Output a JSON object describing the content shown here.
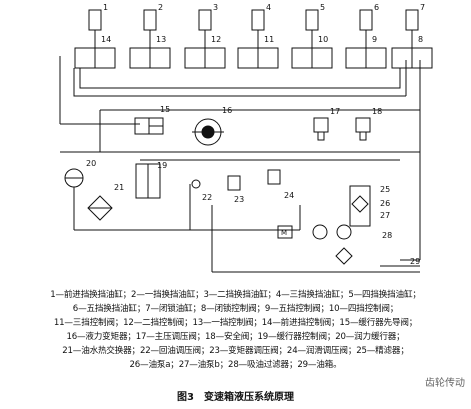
{
  "diagram": {
    "top_labels": [
      "1",
      "2",
      "3",
      "4",
      "5",
      "6",
      "7"
    ],
    "valve_labels": [
      "14",
      "13",
      "12",
      "11",
      "10",
      "9",
      "8"
    ],
    "component_labels": [
      "15",
      "16",
      "17",
      "18",
      "19",
      "20",
      "21",
      "22",
      "23",
      "24",
      "25",
      "26",
      "27",
      "28",
      "29"
    ],
    "motor_label": "M"
  },
  "legend_lines": [
    "1—前进挡换挡油缸；2—一挡换挡油缸；3—二挡换挡油缸；4—三挡换挡油缸；5—四挡换挡油缸；",
    "6—五挡换挡油缸；7—闭锁油缸；8—闭锁控制阀；9—五挡控制阀；10—四挡控制阀；",
    "11—三挡控制阀；12—二挡控制阀；13—一挡控制阀；14—前进挡控制阀；15—缓行器先导阀；",
    "16—液力变矩器；17—主压调压阀；18—安全阀；19—缓行器控制阀；20—润力缓行器；",
    "21—油水热交换器；22—回油调压阀；23—变矩器调压阀；24—润滑调压阀；25—精滤器；",
    "26—油泵a；27—油泵b；28—吸油过滤器；29—油箱。"
  ],
  "caption": "图3　变速箱液压系统原理",
  "watermark": "齿轮传动"
}
